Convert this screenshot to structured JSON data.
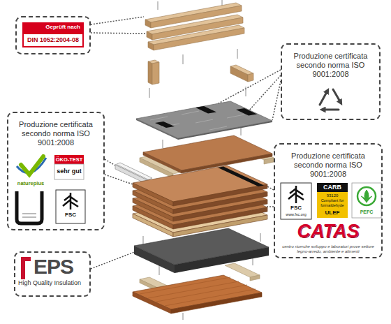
{
  "diagram": {
    "nodes": [
      {
        "text": [
          "Geprüft nach",
          "DIN 1052:2004-08"
        ]
      },
      {
        "text": [
          "Produzione certificata secondo norma ISO 9001:2008"
        ]
      },
      {
        "text": [
          "Produzione certificata secondo norma ISO 9001:2008"
        ]
      },
      {
        "text": [
          "Produzione certificata secondo norma ISO 9001:2008"
        ]
      },
      {
        "text": [
          "EPS",
          "High Quality Insulation"
        ]
      }
    ],
    "labels": [
      "ÖKO-TEST",
      "sehr gut",
      "natureplus",
      "FSC",
      "FSC",
      "www.fsc.org",
      "CARB",
      "93120",
      "Compliant for formaldehyde",
      "ULEF",
      "PEFC",
      "CATAS",
      "centro ricerche sviluppo e laboratori prove settore legno-arredo, ambiente e alimenti"
    ]
  }
}
